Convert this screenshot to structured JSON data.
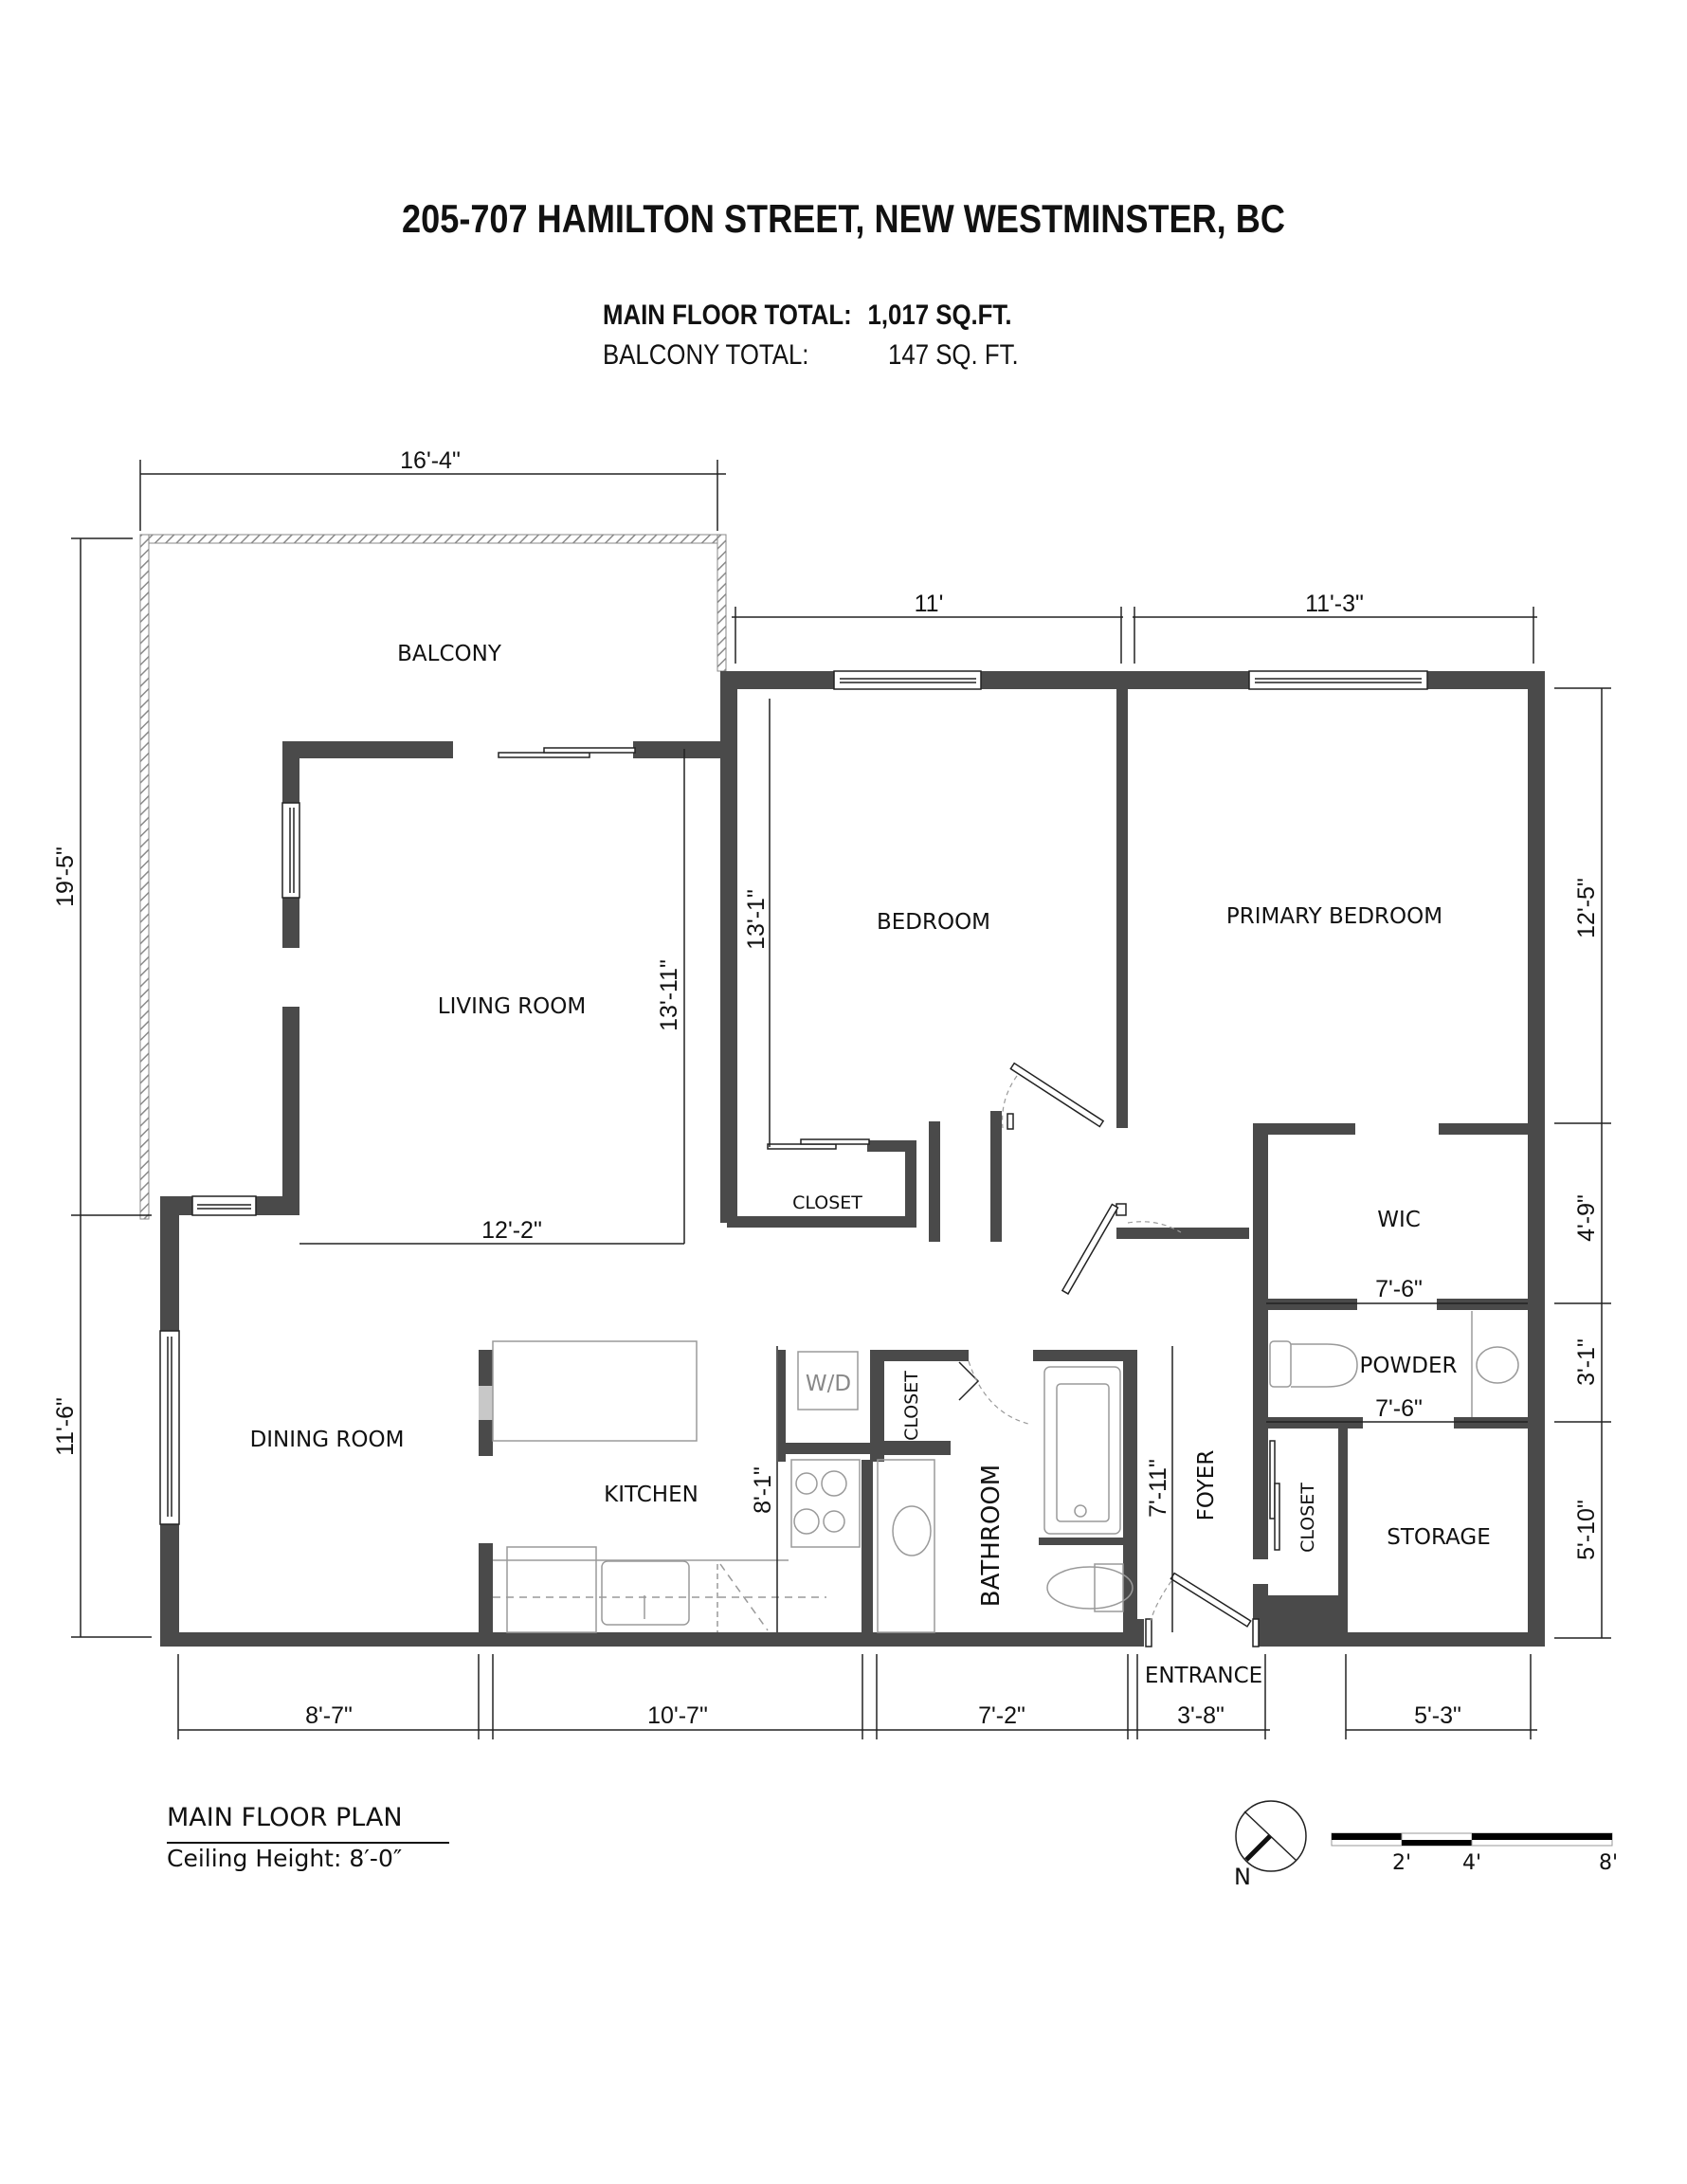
{
  "header": {
    "address": "205-707 HAMILTON STREET, NEW WESTMINSTER, BC",
    "main_floor_label": "MAIN FLOOR TOTAL:",
    "main_floor_value": "1,017 SQ.FT.",
    "balcony_label": "BALCONY TOTAL:",
    "balcony_value": "147 SQ. FT."
  },
  "rooms": {
    "balcony": "BALCONY",
    "living_room": "LIVING ROOM",
    "bedroom": "BEDROOM",
    "primary_bedroom": "PRIMARY BEDROOM",
    "closet_bedroom": "CLOSET",
    "wic": "WIC",
    "powder": "POWDER",
    "dining_room": "DINING ROOM",
    "kitchen": "KITCHEN",
    "wd": "W/D",
    "closet_hall": "CLOSET",
    "bathroom": "BATHROOM",
    "foyer": "FOYER",
    "closet_foyer": "CLOSET",
    "storage": "STORAGE",
    "entrance": "ENTRANCE"
  },
  "dimensions": {
    "balcony_width": "16'-4\"",
    "bedroom_width": "11'",
    "primary_width": "11'-3\"",
    "balcony_depth": "19'-5\"",
    "dining_depth": "11'-6\"",
    "living_depth": "13'-11\"",
    "living_width": "12'-2\"",
    "bedroom_depth": "13'-1\"",
    "primary_depth": "12'-5\"",
    "wic_depth": "4'-9\"",
    "powder_depth": "3'-1\"",
    "storage_depth": "5'-10\"",
    "wic_width": "7'-6\"",
    "powder_width": "7'-6\"",
    "kitchen_depth": "8'-1\"",
    "foyer_depth": "7'-11\"",
    "bottom_1": "8'-7\"",
    "bottom_2": "10'-7\"",
    "bottom_3": "7'-2\"",
    "bottom_4": "3'-8\"",
    "bottom_5": "5'-3\""
  },
  "legend": {
    "title": "MAIN FLOOR PLAN",
    "subtitle": "Ceiling Height: 8′-0″"
  },
  "compass": {
    "north_label": "N"
  },
  "scale_bar": {
    "ticks": [
      "2'",
      "4'",
      "8'"
    ]
  },
  "colors": {
    "wall": "#4a4a4a",
    "fixture_line": "#9a9a9a",
    "text": "#111111"
  }
}
